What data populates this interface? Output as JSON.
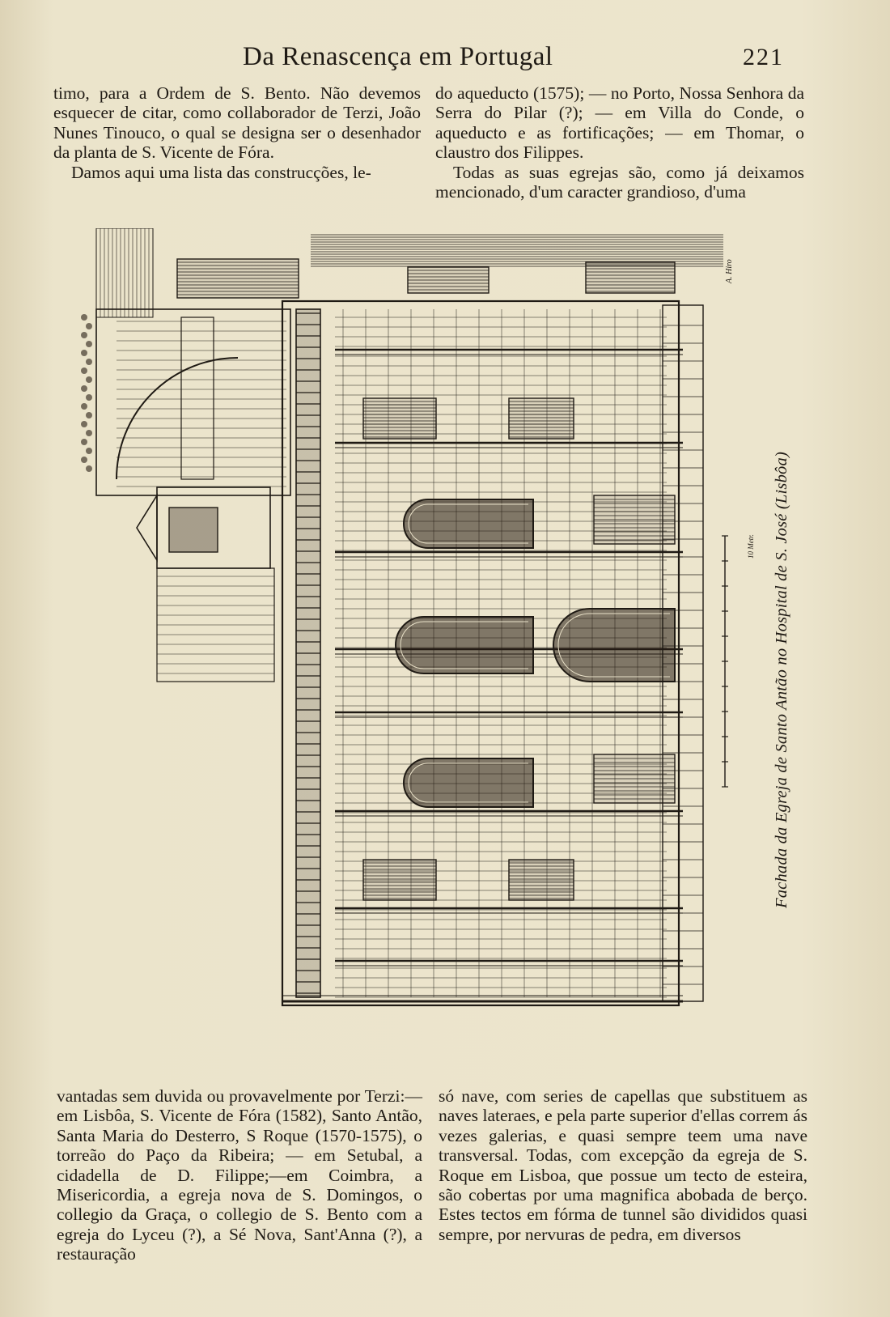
{
  "running_head": {
    "title": "Da Renascença em Portugal",
    "page_number": "221"
  },
  "top_left": {
    "p1": "timo, para a Ordem de S. Bento. Não deve­mos esquecer de citar, como collaborador de Terzi, João Nunes Tinouco, o qual se designa ser o desenhador da planta de S. Vicente de Fóra.",
    "p2": "Damos aqui uma lista das construcções, le-"
  },
  "top_right": {
    "p1": "do aqueducto (1575); — no Porto, Nossa Senhora da Serra do Pilar (?); — em Villa do Conde, o aqueducto e as fortificações; — em Thomar, o claustro dos Filippes.",
    "p2": "Todas as suas egrejas são, como já deixamos mencionado, d'um caracter grandioso, d'uma"
  },
  "figure": {
    "caption": "Fachada da Egreja de Santo Antão no Hospital de S. José (Lisbôa)",
    "scale_label": "10 Metr.",
    "signature": "A. Hiro"
  },
  "bottom_left": {
    "p1": "vantadas sem duvida ou provavelmente por Terzi:—em Lisbôa, S. Vicente de Fóra (1582), Santo Antão, Santa Maria do Desterro, S Roque (1570-1575), o torreão do Paço da Ri­beira; — em Setubal, a cidadella de D. Fi­lippe;—em Coimbra, a Misericordia, a egreja nova de S. Domingos, o collegio da Graça, o collegio de S. Bento com a egreja do Lyceu (?), a Sé Nova, Sant'Anna (?), a restauração"
  },
  "bottom_right": {
    "p1": "só nave, com series de capellas que substi­tuem as naves lateraes, e pela parte superior d'ellas correm ás vezes galerias, e quasi sem­pre teem uma nave transversal. Todas, com excepção da egreja de S. Roque em Lisboa, que possue um tecto de esteira, são cobertas por uma magnifica abobada de berço. Estes tectos em fórma de tunnel são divididos quasi sempre, por nervuras de pedra, em diversos"
  },
  "colors": {
    "paper": "#e9e1c8",
    "ink": "#1f1a14"
  },
  "icons": {
    "engraving": "architectural-facade-engraving"
  }
}
